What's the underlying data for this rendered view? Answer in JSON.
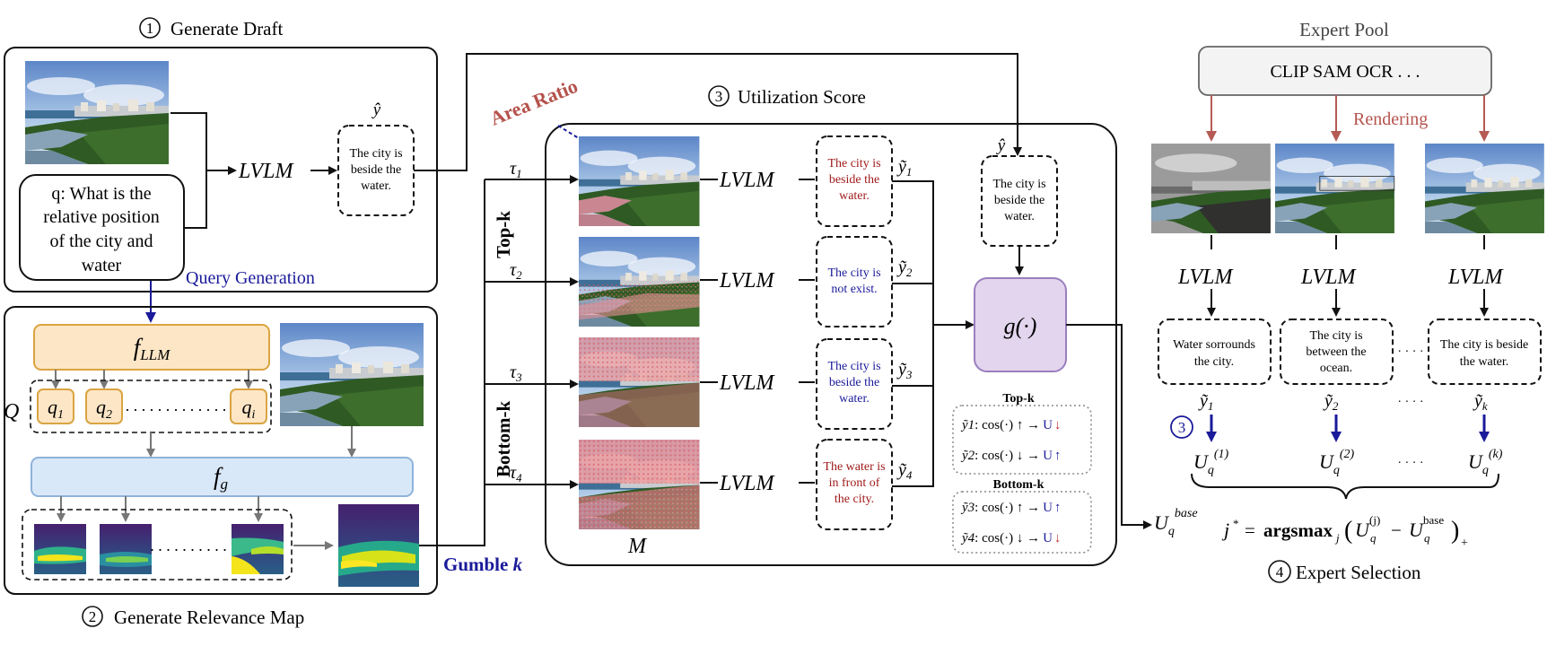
{
  "panel1": {
    "title": "Generate Draft",
    "query": [
      "q: What is the",
      "relative position",
      "of the city and",
      "water"
    ],
    "model": "LVLM",
    "draft_label": "ŷ",
    "draft_answer": [
      "The city is",
      "beside the",
      "water."
    ],
    "query_generation": "Query Generation"
  },
  "panel2": {
    "title": "Generate Relevance Map",
    "fllm": "f",
    "fllm_sub": "LLM",
    "fg": "f",
    "fg_sub": "g",
    "Q": "Q",
    "queries": [
      "q",
      "q",
      "q"
    ],
    "query_subs": [
      "1",
      "2",
      "i"
    ],
    "gumble": "Gumble",
    "gumble_k": "k"
  },
  "panel3": {
    "title": "Utilization Score",
    "area_ratio": "Area Ratio",
    "top_k": "Top-k",
    "bottom_k": "Bottom-k",
    "taus": [
      "τ",
      "τ",
      "τ",
      "τ"
    ],
    "tau_subs": [
      "1",
      "2",
      "3",
      "4"
    ],
    "model": "LVLM",
    "M": "M",
    "outputs": [
      {
        "lines": [
          "The city is",
          "beside the",
          "water."
        ],
        "color": "#a01a1a"
      },
      {
        "lines": [
          "The city is",
          "not exist."
        ],
        "color": "#1a1a9a"
      },
      {
        "lines": [
          "The city is",
          "beside the",
          "water."
        ],
        "color": "#1a1a9a"
      },
      {
        "lines": [
          "The water is",
          "in front of",
          "the city."
        ],
        "color": "#a01a1a"
      }
    ],
    "ytilde": [
      "ỹ",
      "ỹ",
      "ỹ",
      "ỹ"
    ],
    "ytilde_subs": [
      "1",
      "2",
      "3",
      "4"
    ],
    "yhat": "ŷ",
    "yhat_answer": [
      "The city is",
      "beside the",
      "water."
    ],
    "g": "g(·)",
    "topk_legend_title": "Top-k",
    "bottomk_legend_title": "Bottom-k",
    "legend_rows": [
      {
        "var": "ỹ1",
        "text": ": cos(·) ↑ →",
        "u": "U",
        "arrow": "↓",
        "ucolor": "#1a1a9a",
        "acolor": "#c0302a"
      },
      {
        "var": "ỹ2",
        "text": ": cos(·) ↓ →",
        "u": "U",
        "arrow": "↑",
        "ucolor": "#1a1a9a",
        "acolor": "#1a1a9a"
      },
      {
        "var": "ỹ3",
        "text": ": cos(·) ↑ →",
        "u": "U",
        "arrow": "↑",
        "ucolor": "#1a1a9a",
        "acolor": "#1a1a9a"
      },
      {
        "var": "ỹ4",
        "text": ": cos(·) ↓ →",
        "u": "U",
        "arrow": "↓",
        "ucolor": "#1a1a9a",
        "acolor": "#c0302a"
      }
    ]
  },
  "panel4": {
    "pool_title": "Expert Pool",
    "experts": "CLIP   SAM   OCR . . .",
    "rendering": "Rendering",
    "model": "LVLM",
    "answers": [
      [
        "Water sorrounds",
        "the city."
      ],
      [
        "The city is",
        "between the",
        "ocean."
      ],
      [
        "The city is beside",
        "the water."
      ]
    ],
    "ytilde": [
      "ỹ",
      "ỹ",
      "ỹ"
    ],
    "ytilde_subs": [
      "1",
      "2",
      "k"
    ],
    "circle3": "3",
    "U": "U",
    "U_sub": "q",
    "U_sups": [
      "(1)",
      "(2)",
      "(k)"
    ],
    "U_base": "base",
    "dots": "· · · ·",
    "formula_lhs": "j* = argsmax",
    "formula_j": "j",
    "formula_rhs": "(U",
    "title": "Expert Selection"
  },
  "step_numbers": [
    "1",
    "2",
    "3",
    "4"
  ],
  "colors": {
    "fllm_fill": "#fde6c6",
    "fllm_stroke": "#d9a441",
    "fg_fill": "#d9e8f8",
    "fg_stroke": "#8fb3da",
    "g_fill": "#e3d5ee",
    "g_stroke": "#9b7fbd",
    "arrow_red": "#b55a54",
    "arrow_blue": "#1a1a9a",
    "area_ratio": "#b5534d",
    "rendering": "#b5534d",
    "query_generation": "#1a1a9a"
  }
}
